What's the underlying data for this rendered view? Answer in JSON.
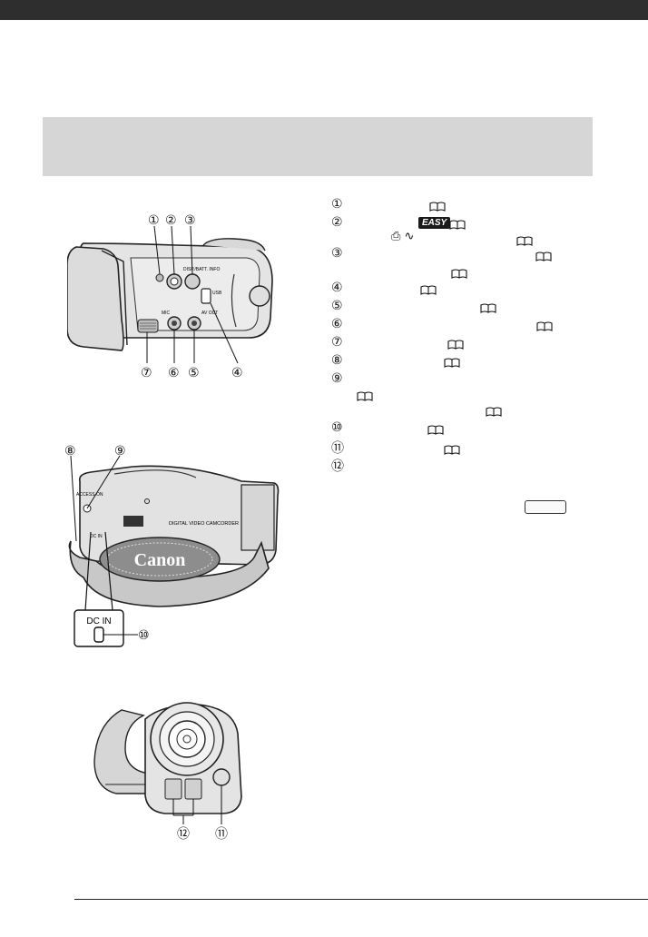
{
  "figure_labels": {
    "side": [
      "①",
      "②",
      "③",
      "⑦",
      "⑥",
      "⑤",
      "④"
    ],
    "rear": [
      "⑧",
      "⑨",
      "⑩"
    ],
    "front": [
      "⑫",
      "⑪"
    ]
  },
  "device_text": {
    "side_mic": "MIC",
    "side_av": "AV OUT",
    "side_usb": "USB",
    "side_disp": "DISP./BATT. INFO",
    "rear_brand": "Canon",
    "rear_model": "DIGITAL VIDEO CAMCORDER",
    "rear_dcin_small": "DC IN",
    "rear_dcin_callout": "DC IN",
    "rear_access": "ACCESS ON"
  },
  "legend": {
    "items": [
      {
        "num": "①"
      },
      {
        "num": "②",
        "badge": "EASY"
      },
      {
        "num": "",
        "glyph": "⎙ ∿"
      },
      {
        "num": "③"
      },
      {
        "num": ""
      },
      {
        "num": "④"
      },
      {
        "num": "⑤"
      },
      {
        "num": "⑥"
      },
      {
        "num": "⑦"
      },
      {
        "num": "⑧"
      },
      {
        "num": "⑨"
      },
      {
        "num": ""
      },
      {
        "num": ""
      },
      {
        "num": "⑩"
      },
      {
        "num": "⑪"
      },
      {
        "num": "⑫"
      }
    ]
  },
  "colors": {
    "header_bar": "#2e2e2e",
    "section_band": "#d6d6d6",
    "easy_badge": "#1a1a1a"
  },
  "icons": [
    "book-reference-icon",
    "print-share-icon",
    "easy-mode-badge",
    "menu-button-icon"
  ]
}
